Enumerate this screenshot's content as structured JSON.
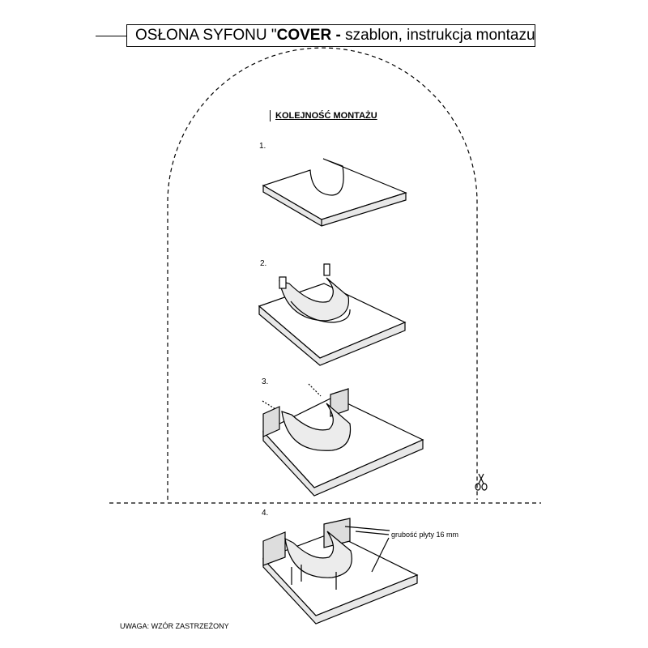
{
  "document": {
    "title_prefix": "OSŁONA SYFONU \"",
    "title_bold": "COVER -",
    "title_suffix": " szablon, instrukcja montazu"
  },
  "assembly": {
    "heading": "KOLEJNOŚĆ MONTAŻU",
    "steps": [
      "1.",
      "2.",
      "3.",
      "4."
    ],
    "thickness_label": "grubość płyty 16 mm"
  },
  "icons": [
    "scissors-icon"
  ],
  "note": "UWAGA: WZÓR ZASTRZEŻONY"
}
